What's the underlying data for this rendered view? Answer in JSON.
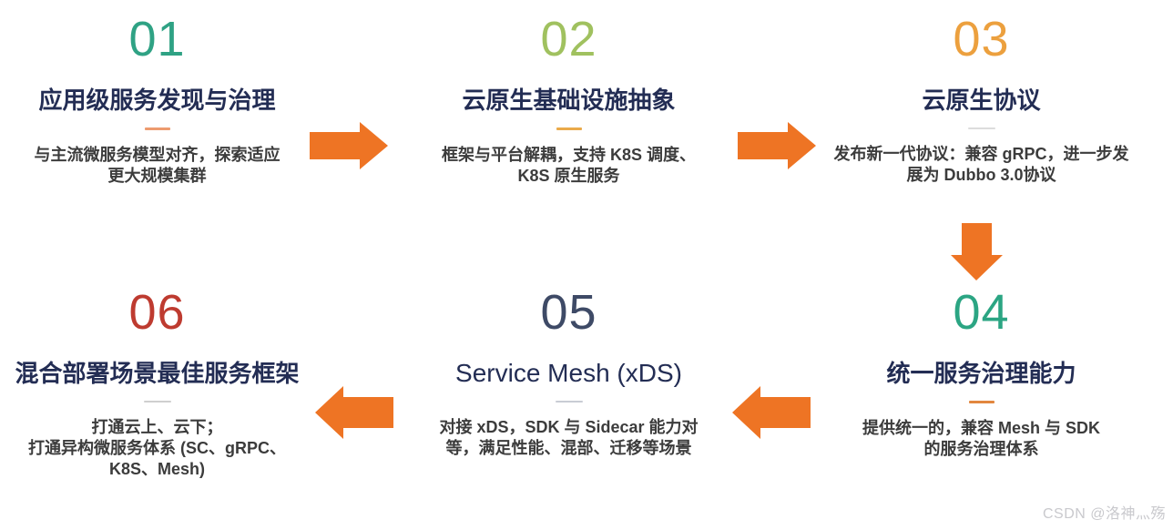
{
  "diagram_title": "Dubbo roadmap flow (6 steps)",
  "colors": {
    "arrow": "#ee7424",
    "title": "#232d54",
    "description": "#3c3c3c",
    "watermark": "#c9c9cd"
  },
  "steps": [
    {
      "number": "01",
      "number_color": "#2fa284",
      "divider_color": "#ed9b6f",
      "title": "应用级服务发现与治理",
      "description": "与主流微服务模型对齐，探索适应\n更大规模集群"
    },
    {
      "number": "02",
      "number_color": "#a0c15f",
      "divider_color": "#eaaa4a",
      "title": "云原生基础设施抽象",
      "description": "框架与平台解耦，支持 K8S 调度、\nK8S 原生服务"
    },
    {
      "number": "03",
      "number_color": "#eca03e",
      "divider_color": "#dcdcdc",
      "title": "云原生协议",
      "description": "发布新一代协议：兼容 gRPC，进一步发\n展为 Dubbo 3.0协议"
    },
    {
      "number": "04",
      "number_color": "#2ba583",
      "divider_color": "#e2873f",
      "title": "统一服务治理能力",
      "description": "提供统一的，兼容 Mesh 与 SDK\n的服务治理体系"
    },
    {
      "number": "05",
      "number_color": "#3e4a66",
      "divider_color": "#c9ccd4",
      "title": "Service Mesh (xDS)",
      "description": "对接 xDS，SDK 与 Sidecar 能力对\n等，满足性能、混部、迁移等场景"
    },
    {
      "number": "06",
      "number_color": "#be3b30",
      "divider_color": "#cfcfcf",
      "title": "混合部署场景最佳服务框架",
      "description": "打通云上、云下；\n打通异构微服务体系 (SC、gRPC、\nK8S、Mesh)"
    }
  ],
  "arrows": [
    {
      "from": "01",
      "to": "02",
      "direction": "right"
    },
    {
      "from": "02",
      "to": "03",
      "direction": "right"
    },
    {
      "from": "03",
      "to": "04",
      "direction": "down"
    },
    {
      "from": "04",
      "to": "05",
      "direction": "left"
    },
    {
      "from": "05",
      "to": "06",
      "direction": "left"
    }
  ],
  "watermark": "CSDN @洛神灬殇"
}
